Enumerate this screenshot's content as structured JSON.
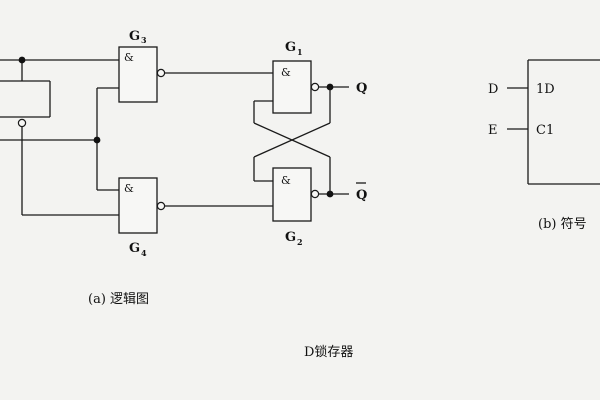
{
  "diagram": {
    "gate_symbol": "&",
    "gates": {
      "g3": {
        "name": "G",
        "sub": "3"
      },
      "g4": {
        "name": "G",
        "sub": "4"
      },
      "g1": {
        "name": "G",
        "sub": "1"
      },
      "g2": {
        "name": "G",
        "sub": "2"
      }
    },
    "outputs": {
      "q": "Q",
      "q_bar": "Q"
    },
    "logic_caption": "(a) 逻辑图",
    "symbol": {
      "inputs": {
        "d": "D",
        "e": "E"
      },
      "pins": {
        "d": "1D",
        "c": "C1"
      },
      "caption": "(b) 符号"
    },
    "title": "D锁存器"
  }
}
